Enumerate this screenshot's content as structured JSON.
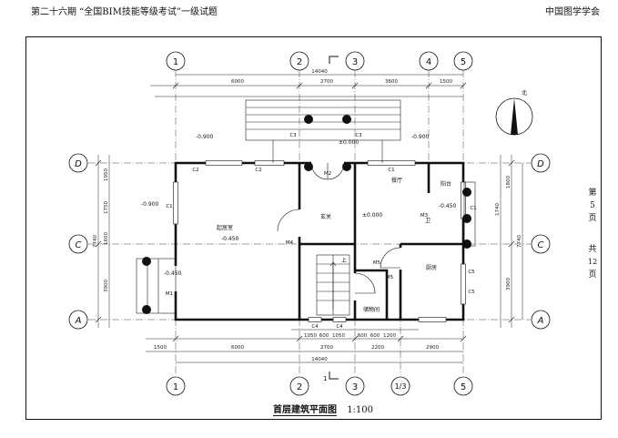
{
  "header": {
    "left": "第二十六期 “全国BIM技能等级考试”一级试题",
    "right": "中国图学学会"
  },
  "sheet": {
    "page_label": "第",
    "page_no": "5",
    "page_unit": "页",
    "total_label": "共",
    "total_no": "12",
    "total_unit": "页"
  },
  "drawing": {
    "title": "首层建筑平面图",
    "scale": "1:100",
    "north": "北",
    "axes_top": [
      "1",
      "2",
      "3",
      "4",
      "5"
    ],
    "axes_bottom": [
      "1",
      "2",
      "3",
      "1/3",
      "5"
    ],
    "axes_left": [
      "D",
      "C",
      "A"
    ],
    "axes_right": [
      "D",
      "C",
      "A"
    ],
    "dims_top_1": [
      "6000",
      "2700",
      "3600",
      "1500"
    ],
    "dims_top_total": "14040",
    "dims_bottom_1": [
      "1500",
      "6000",
      "2700",
      "2200",
      "2900"
    ],
    "dims_bottom_total": "14040",
    "dims_bottom_detail": [
      "1050",
      "600",
      "1050",
      "600",
      "600",
      "1200"
    ],
    "dims_right": [
      "1800",
      "3900",
      "1740"
    ],
    "dims_left": [
      "1950",
      "1750",
      "1600",
      "3900"
    ],
    "total_height": "7740",
    "level_labels": [
      "-0.900",
      "±0.000",
      "-0.900",
      "-0.450",
      "±0.000",
      "-0.900",
      "-0.450",
      "-0.450"
    ],
    "room_labels": [
      "起居室",
      "玄关",
      "餐厅",
      "厨房",
      "储物间",
      "上",
      "阳台",
      "卫"
    ],
    "opening_labels": [
      "C2",
      "C2",
      "C1",
      "M2",
      "C1",
      "C1",
      "M3",
      "M5",
      "M5",
      "C4",
      "C4",
      "C5",
      "C5",
      "M1",
      "M4",
      "C3",
      "C3"
    ],
    "section_mark": "1"
  }
}
